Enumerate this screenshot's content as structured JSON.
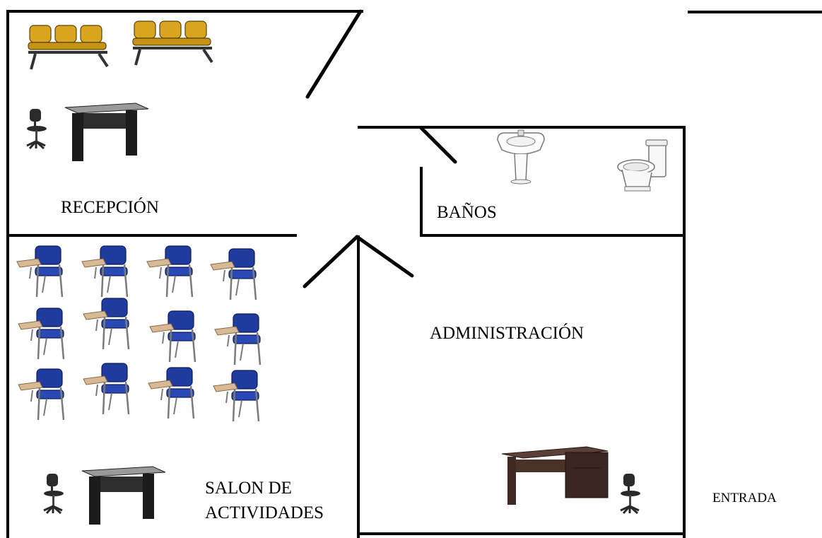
{
  "rooms": {
    "recepcion": "RECEPCIÓN",
    "banos": "BAÑOS",
    "administracion": "ADMINISTRACIÓN",
    "salon_line1": "SALON DE",
    "salon_line2": "ACTIVIDADES",
    "entrada": "ENTRADA"
  },
  "colors": {
    "walls": "#000000",
    "waiting_chair_seat": "#d9a521",
    "student_chair_seat": "#1f3b9e",
    "student_chair_tablet": "#d8b995",
    "reception_desk": "#222222",
    "admin_desk": "#3e2a22",
    "office_chair": "#2a2a2a",
    "fixture_outline": "#777777"
  },
  "icons": {
    "waiting_bench": "three-seat-waiting-bench-icon",
    "desk": "desk-icon",
    "office_chair": "swivel-office-chair-icon",
    "student_chair": "tablet-arm-chair-icon",
    "sink": "pedestal-sink-icon",
    "toilet": "toilet-icon"
  }
}
